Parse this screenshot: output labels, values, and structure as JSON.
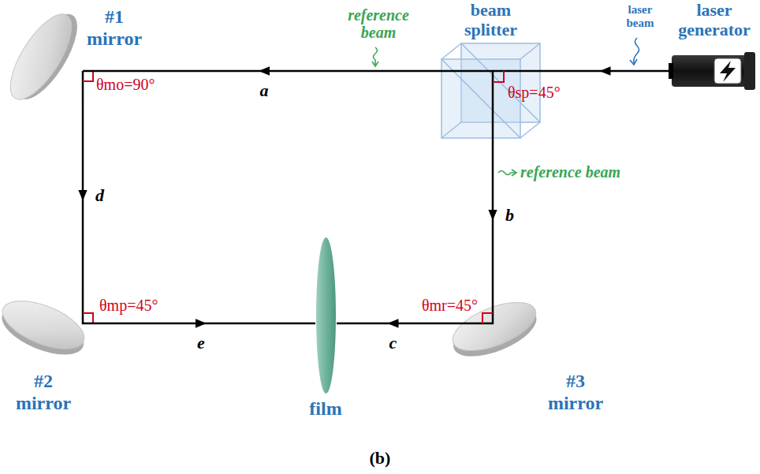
{
  "diagram": {
    "caption": "(b)",
    "nodes": [
      {
        "text": [
          "#1 mirror"
        ]
      },
      {
        "text": [
          "beam splitter"
        ]
      },
      {
        "text": [
          "laser generator"
        ]
      },
      {
        "text": [
          "#2 mirror"
        ]
      },
      {
        "text": [
          "film"
        ]
      },
      {
        "text": [
          "#3 mirror"
        ]
      }
    ],
    "edges": [
      {
        "from": 2,
        "to": 1,
        "arrow": "to"
      },
      {
        "from": 1,
        "to": 0,
        "label": "a",
        "arrow": "to"
      },
      {
        "from": 1,
        "to": 5,
        "label": "b",
        "arrow": "to"
      },
      {
        "from": 5,
        "to": 4,
        "label": "c",
        "arrow": "to"
      },
      {
        "from": 0,
        "to": 3,
        "label": "d",
        "arrow": "to"
      },
      {
        "from": 3,
        "to": 4,
        "label": "e",
        "arrow": "to"
      }
    ],
    "labels": [
      "reference beam",
      "laser beam",
      "θmo=90°",
      "θsp=45°",
      "reference beam",
      "θmp=45°",
      "θmr=45°"
    ]
  }
}
